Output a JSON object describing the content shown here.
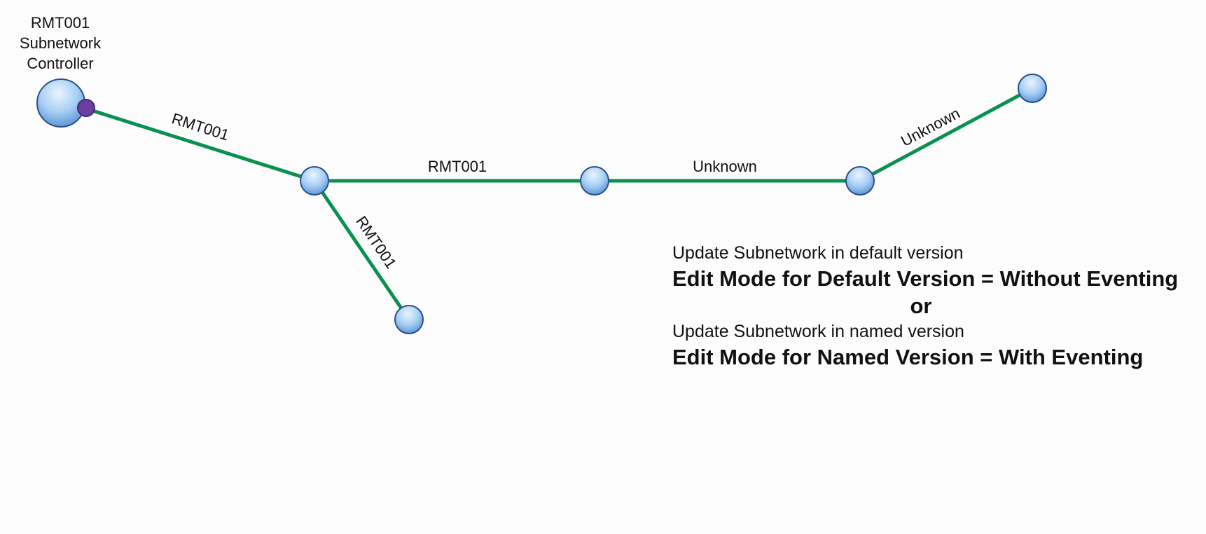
{
  "diagram": {
    "controller_label": [
      "RMT001",
      "Subnetwork",
      "Controller"
    ],
    "edges": [
      {
        "id": "e1",
        "label": "RMT001"
      },
      {
        "id": "e2",
        "label": "RMT001"
      },
      {
        "id": "e3",
        "label": "RMT001"
      },
      {
        "id": "e4",
        "label": "Unknown"
      },
      {
        "id": "e5",
        "label": "Unknown"
      }
    ],
    "colors": {
      "edge": "#0a9150",
      "node_fill": "#a9d0f5",
      "node_stroke": "#2b4f8a",
      "junction": "#6a3fa0"
    }
  },
  "legend": {
    "line1": "Update Subnetwork in default version",
    "line2": "Edit Mode for Default Version = Without Eventing",
    "line3": "or",
    "line4": "Update Subnetwork in named version",
    "line5": "Edit Mode for Named Version = With Eventing"
  }
}
